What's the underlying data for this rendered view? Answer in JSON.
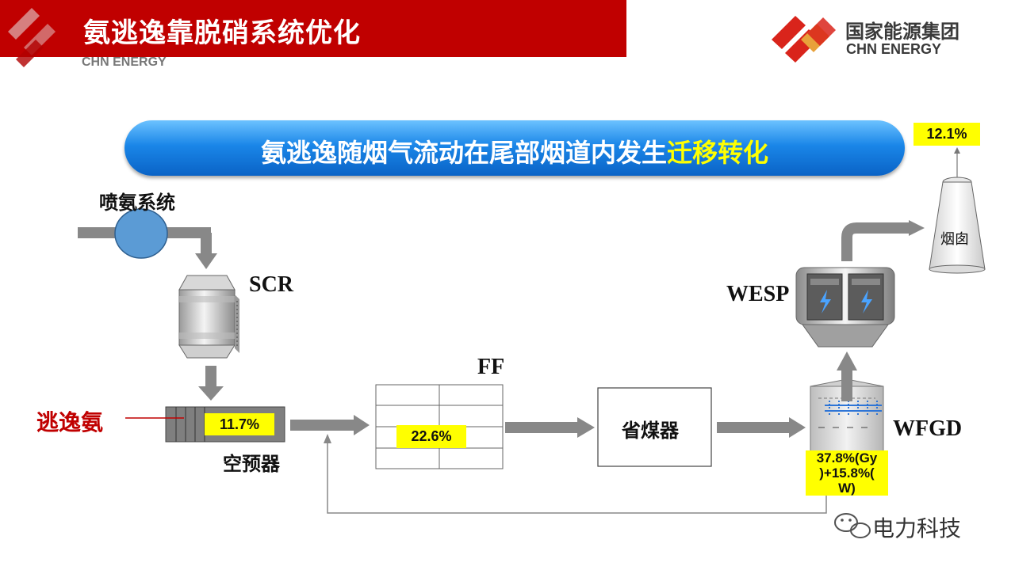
{
  "header": {
    "title": "氨逃逸靠脱硝系统优化",
    "subtitle_en": "CHN ENERGY",
    "logo_cn": "国家能源集团",
    "logo_en": "CHN ENERGY"
  },
  "banner": {
    "text_main": "氨逃逸随烟气流动在尾部烟道内发生",
    "text_highlight": "迁移转化"
  },
  "nodes": {
    "ammonia_injection": "喷氨系统",
    "scr": "SCR",
    "escape_ammonia": "逃逸氨",
    "air_preheater": "空预器",
    "ff": "FF",
    "economizer": "省煤器",
    "wfgd": "WFGD",
    "wesp": "WESP",
    "chimney": "烟囱"
  },
  "values": {
    "air_preheater_pct": "11.7%",
    "ff_pct": "22.6%",
    "wfgd_pct_line1": "37.8%(Gy",
    "wfgd_pct_line2": ")+15.8%(",
    "wfgd_pct_line3": "W)",
    "chimney_pct": "12.1%"
  },
  "watermark": "电力科技",
  "colors": {
    "header_red": "#c00000",
    "banner_blue": "#1a86e8",
    "highlight_yellow": "#ffff00",
    "arrow_gray": "#808080",
    "escape_red": "#c00000"
  }
}
